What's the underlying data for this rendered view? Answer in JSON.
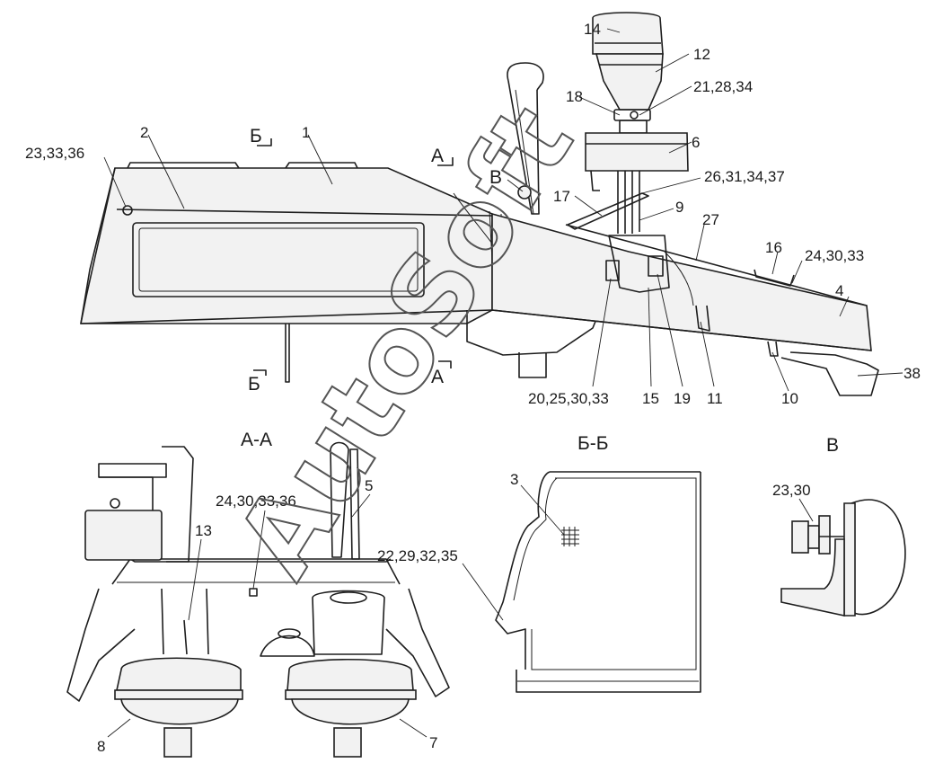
{
  "section_marks": {
    "a_top": "А",
    "a_bottom": "А",
    "b_top": "Б",
    "b_bottom": "Б",
    "v_mark": "В"
  },
  "section_titles": {
    "a_a": "А-А",
    "b_b": "Б-Б",
    "v": "В"
  },
  "callouts": [
    "1",
    "2",
    "3",
    "4",
    "5",
    "6",
    "7",
    "8",
    "9",
    "10",
    "11",
    "12",
    "13",
    "14",
    "15",
    "16",
    "17",
    "18",
    "19",
    "20,25,30,33",
    "21,28,34",
    "22,29,32,35",
    "23,30",
    "23,33,36",
    "24,30,33",
    "24,30,33,36",
    "26,31,34,37",
    "27",
    "38"
  ],
  "watermark": "AutoSoft"
}
